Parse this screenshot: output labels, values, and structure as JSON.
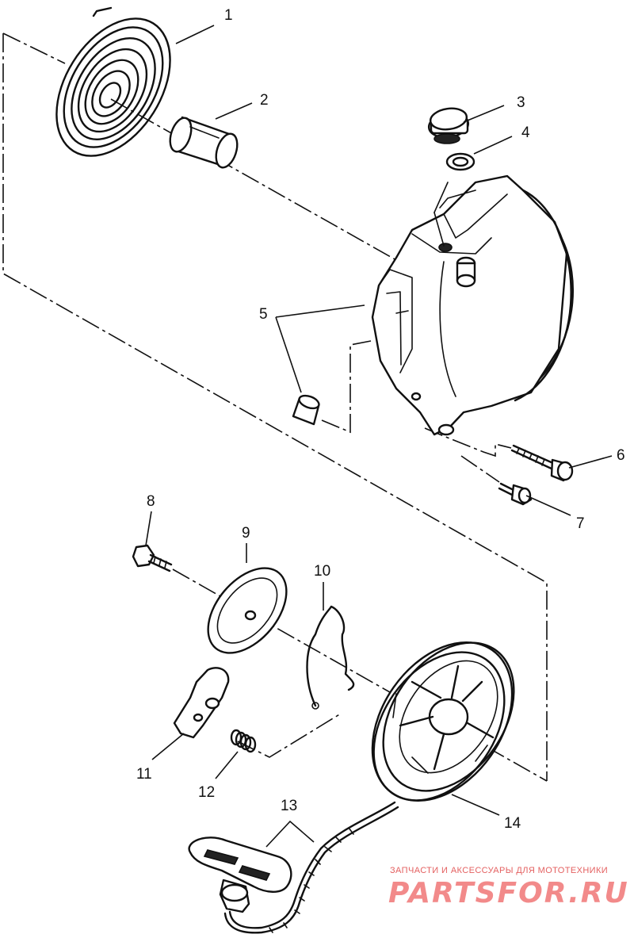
{
  "callouts": {
    "c1": "1",
    "c2": "2",
    "c3": "3",
    "c4": "4",
    "c5": "5",
    "c6": "6",
    "c7": "7",
    "c8": "8",
    "c9": "9",
    "c10": "10",
    "c11": "11",
    "c12": "12",
    "c13": "13",
    "c14": "14"
  },
  "watermark": {
    "tagline": "ЗАПЧАСТИ И АКСЕССУАРЫ ДЛЯ МОТОТЕХНИКИ",
    "logo": "PARTSFOR.RU"
  },
  "colors": {
    "line": "#111111",
    "watermark": "#e46060"
  }
}
